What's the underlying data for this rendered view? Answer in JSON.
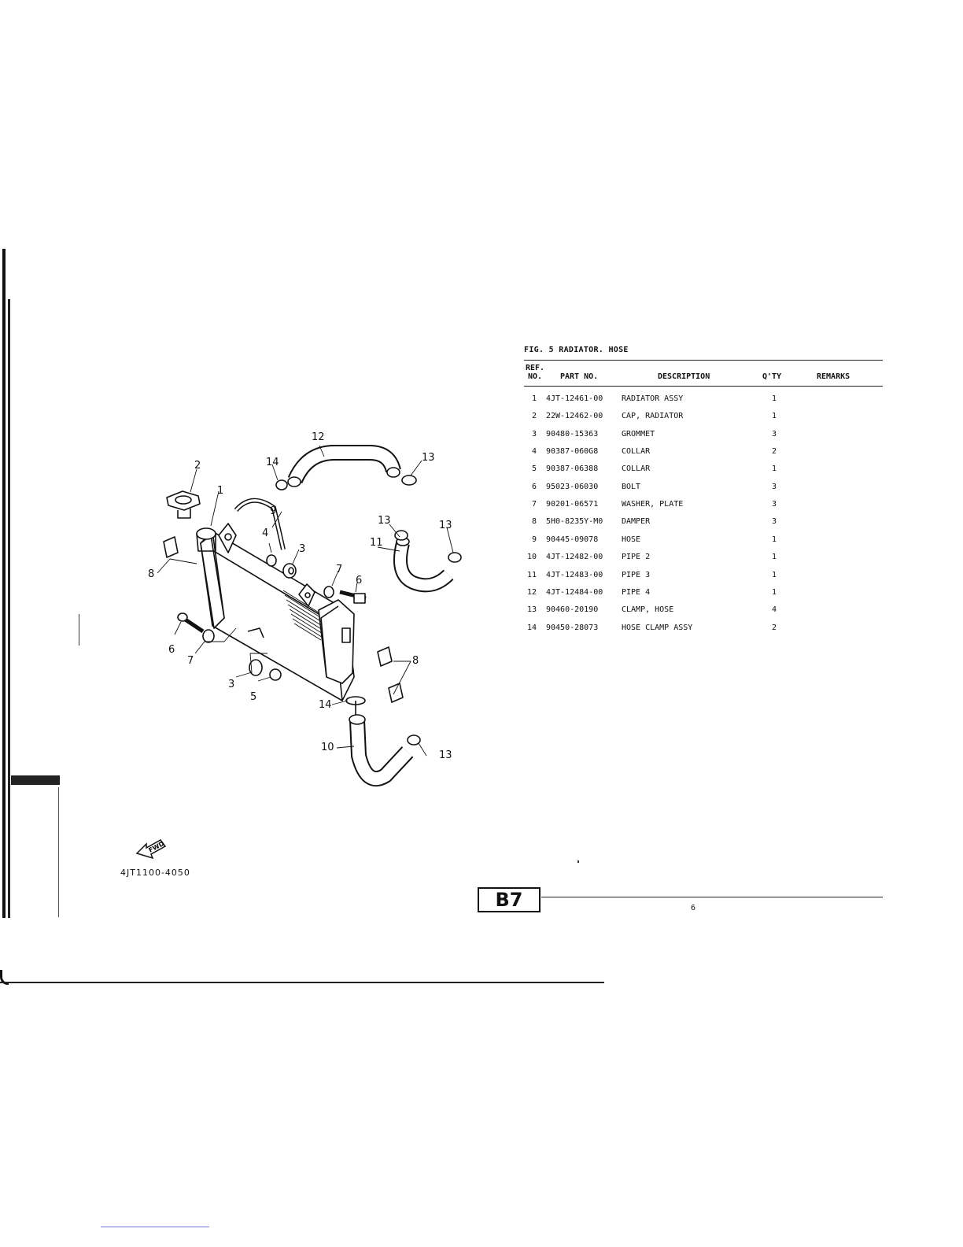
{
  "figure": {
    "title": "FIG.  5  RADIATOR. HOSE",
    "drawing_code": "4JT1100-4050",
    "fwd_label": "FWD",
    "callouts": [
      "1",
      "2",
      "3",
      "4",
      "5",
      "6",
      "7",
      "8",
      "9",
      "10",
      "11",
      "12",
      "13",
      "14"
    ]
  },
  "table": {
    "headers": {
      "ref_line1": "REF.",
      "ref_line2": "NO.",
      "part_no": "PART NO.",
      "description": "DESCRIPTION",
      "qty": "Q'TY",
      "remarks": "REMARKS"
    },
    "rows": [
      {
        "ref": "1",
        "part": "4JT-12461-00",
        "desc": "RADIATOR ASSY",
        "qty": "1"
      },
      {
        "ref": "2",
        "part": "22W-12462-00",
        "desc": "CAP, RADIATOR",
        "qty": "1"
      },
      {
        "ref": "3",
        "part": "90480-15363",
        "desc": "GROMMET",
        "qty": "3"
      },
      {
        "ref": "4",
        "part": "90387-060G8",
        "desc": "COLLAR",
        "qty": "2"
      },
      {
        "ref": "5",
        "part": "90387-06388",
        "desc": "COLLAR",
        "qty": "1"
      },
      {
        "ref": "6",
        "part": "95023-06030",
        "desc": "BOLT",
        "qty": "3"
      },
      {
        "ref": "7",
        "part": "90201-06571",
        "desc": "WASHER, PLATE",
        "qty": "3"
      },
      {
        "ref": "8",
        "part": "5H0-8235Y-M0",
        "desc": "DAMPER",
        "qty": "3"
      },
      {
        "ref": "9",
        "part": "90445-09078",
        "desc": "HOSE",
        "qty": "1"
      },
      {
        "ref": "10",
        "part": "4JT-12482-00",
        "desc": "PIPE 2",
        "qty": "1"
      },
      {
        "ref": "11",
        "part": "4JT-12483-00",
        "desc": "PIPE 3",
        "qty": "1"
      },
      {
        "ref": "12",
        "part": "4JT-12484-00",
        "desc": "PIPE 4",
        "qty": "1"
      },
      {
        "ref": "13",
        "part": "90460-20190",
        "desc": "CLAMP, HOSE",
        "qty": "4"
      },
      {
        "ref": "14",
        "part": "90450-28073",
        "desc": "HOSE CLAMP ASSY",
        "qty": "2"
      }
    ]
  },
  "footer": {
    "section_badge": "B7",
    "page_number": "6"
  }
}
